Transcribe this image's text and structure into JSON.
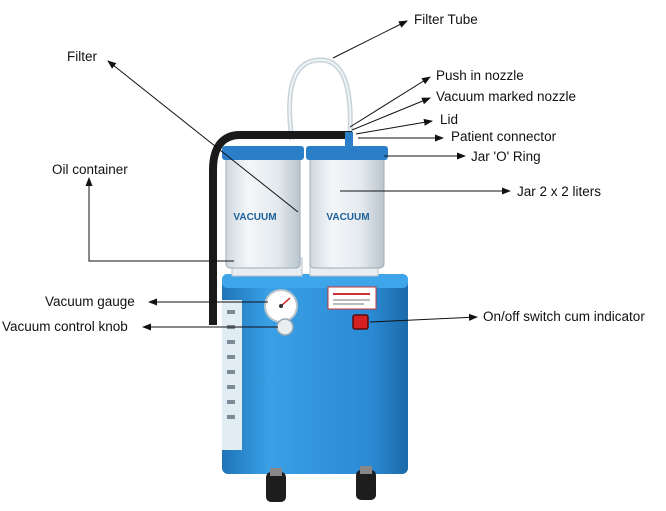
{
  "diagram": {
    "labels": {
      "filter_tube": "Filter Tube",
      "filter": "Filter",
      "push_in_nozzle": "Push in nozzle",
      "vacuum_marked_nozzle": "Vacuum marked nozzle",
      "lid": "Lid",
      "patient_connector": "Patient connector",
      "jar_o_ring": "Jar 'O' Ring",
      "oil_container": "Oil container",
      "jar_volume": "Jar 2 x 2 liters",
      "vacuum_gauge": "Vacuum gauge",
      "vacuum_control_knob": "Vacuum control knob",
      "on_off_switch": "On/off switch cum indicator"
    },
    "device": {
      "jar_print": "VACUUM",
      "colors": {
        "body": "#2f8fd6",
        "body_dark": "#1d6fae",
        "lid": "#2a7fc8",
        "tube": "#1a1a1a",
        "switch": "#d42020"
      }
    }
  }
}
